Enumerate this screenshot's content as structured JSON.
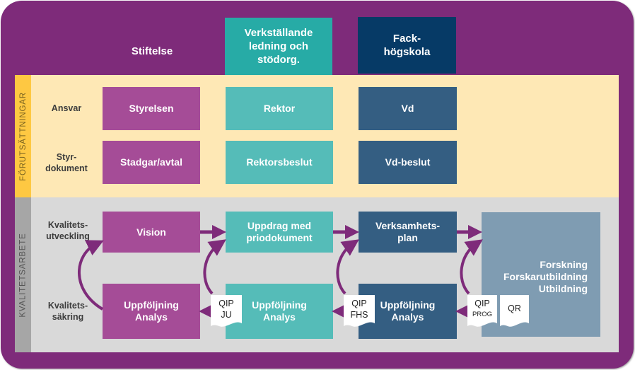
{
  "columns": {
    "stiftelse": "Stiftelse",
    "verkstallande": "Verkställande ledning och stödorg.",
    "fackhogskola": "Fack-högskola"
  },
  "sections": {
    "forutsattningar": "FÖRUTSÄTTNINGAR",
    "kvalitetsarbete": "KVALITETSARBETE"
  },
  "row_labels": {
    "ansvar": "Ansvar",
    "styrdokument": "Styr-dokument",
    "kvalitetsutveckling": "Kvalitets-utveckling",
    "kvalitetssakring": "Kvalitets-säkring"
  },
  "boxes": {
    "styrelsen": "Styrelsen",
    "rektor": "Rektor",
    "vd": "Vd",
    "stadgar": "Stadgar/avtal",
    "rektorsbeslut": "Rektorsbeslut",
    "vd_beslut": "Vd-beslut",
    "vision": "Vision",
    "uppdrag": "Uppdrag med priodokument",
    "verksamhetsplan": "Verksamhets-plan",
    "uppfoljning_stiftelse": "Uppföljning Analys",
    "uppfoljning_ledning": "Uppföljning Analys",
    "uppfoljning_fack": "Uppföljning Analys",
    "activities": [
      "Forskning",
      "Forskarutbildning",
      "Utbildning"
    ]
  },
  "documents": {
    "qip_ju": {
      "top": "QIP",
      "bottom": "JU"
    },
    "qip_fhs": {
      "top": "QIP",
      "bottom": "FHS"
    },
    "qip_prog": {
      "top": "QIP",
      "bottom": "PROG"
    },
    "qr": {
      "top": "QR"
    }
  },
  "colors": {
    "frame": "#7e2b7a",
    "stiftelse": "#a54c97",
    "ledning": "#55bcb8",
    "fackhogskola": "#345e82",
    "verksamhet": "#7f9cb2",
    "forutsattningar_band": "#fee8b5",
    "kvalitetsarbete_band": "#d9d9d9",
    "arrow": "#7e2b7a"
  }
}
